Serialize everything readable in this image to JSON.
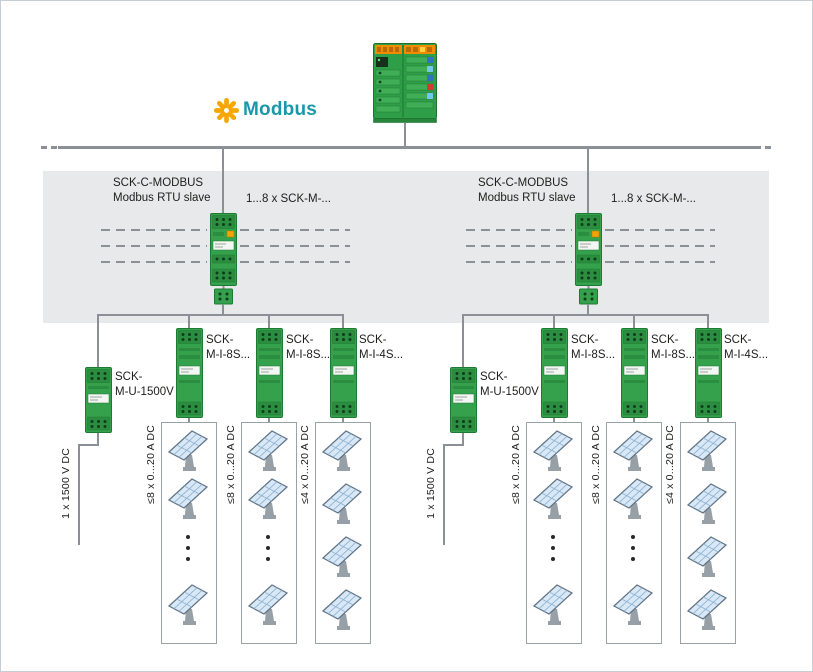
{
  "diagram": {
    "logo": {
      "text": "Modbus"
    },
    "groups": [
      {
        "gateway": {
          "name": "SCK-C-MODBUS",
          "subtitle": "Modbus RTU slave"
        },
        "extension_label": "1...8 x SCK-M-...",
        "voltage_module": {
          "label_line1": "SCK-",
          "label_line2": "M-U-1500V",
          "channel_label": "1 x 1500 V DC"
        },
        "current_modules": [
          {
            "label_line1": "SCK-",
            "label_line2": "M-I-8S...",
            "channel_label": "≤8 x 0...20 A DC"
          },
          {
            "label_line1": "SCK-",
            "label_line2": "M-I-8S...",
            "channel_label": "≤8 x 0...20 A DC"
          },
          {
            "label_line1": "SCK-",
            "label_line2": "M-I-4S...",
            "channel_label": "≤4 x 0...20 A DC"
          }
        ]
      },
      {
        "gateway": {
          "name": "SCK-C-MODBUS",
          "subtitle": "Modbus RTU slave"
        },
        "extension_label": "1...8 x SCK-M-...",
        "voltage_module": {
          "label_line1": "SCK-",
          "label_line2": "M-U-1500V",
          "channel_label": "1 x 1500 V DC"
        },
        "current_modules": [
          {
            "label_line1": "SCK-",
            "label_line2": "M-I-8S...",
            "channel_label": "≤8 x 0...20 A DC"
          },
          {
            "label_line1": "SCK-",
            "label_line2": "M-I-8S...",
            "channel_label": "≤8 x 0...20 A DC"
          },
          {
            "label_line1": "SCK-",
            "label_line2": "M-I-4S...",
            "channel_label": "≤4 x 0...20 A DC"
          }
        ]
      }
    ],
    "colors": {
      "module_green": "#36a14c",
      "line_gray": "#8a9096",
      "band_gray": "#e8e9ea",
      "modbus_orange": "#f7a600",
      "modbus_teal": "#1899a9",
      "panel_blue": "#d9e8f6"
    }
  }
}
